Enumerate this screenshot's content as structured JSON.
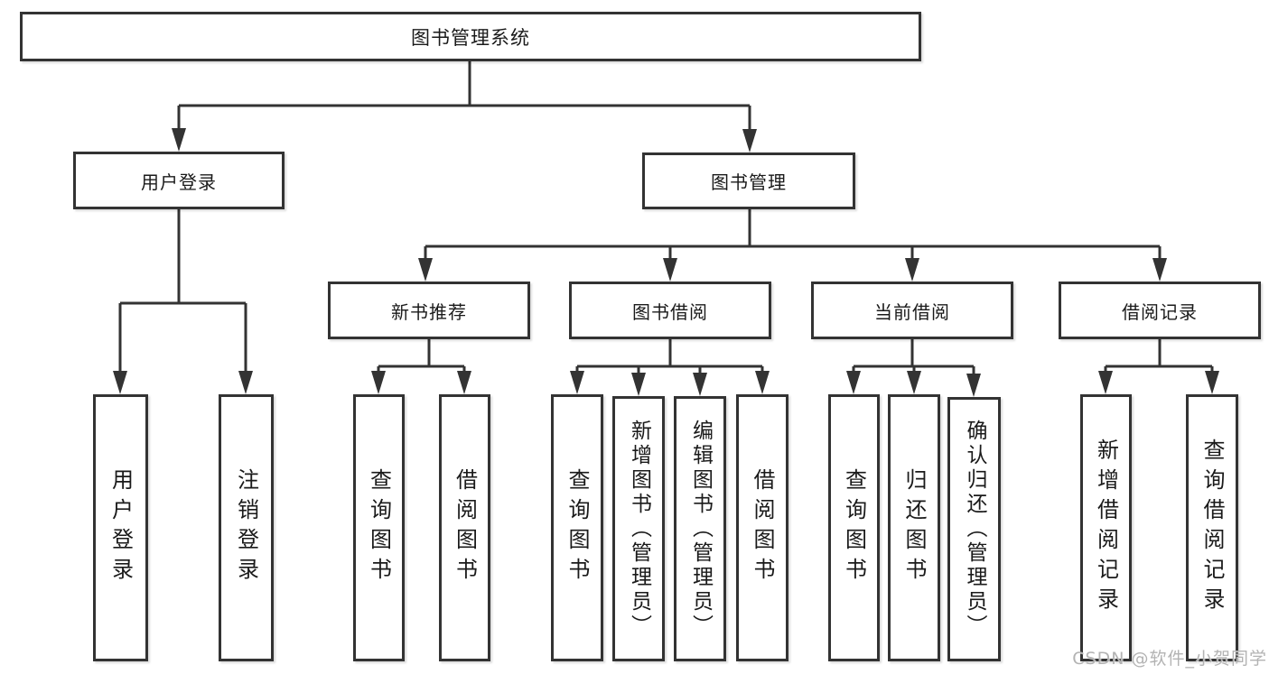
{
  "diagram": {
    "colors": {
      "line": "#333333",
      "box_border": "#333333",
      "text": "#1a1a1a",
      "watermark": "#b3b3b3",
      "background": "#ffffff"
    },
    "watermark": "CSDN @软件_小贺同学",
    "tree": {
      "label": "图书管理系统",
      "children": [
        {
          "label": "用户登录",
          "children": [
            {
              "label": "用户登录"
            },
            {
              "label": "注销登录"
            }
          ]
        },
        {
          "label": "图书管理",
          "children": [
            {
              "label": "新书推荐",
              "children": [
                {
                  "label": "查询图书"
                },
                {
                  "label": "借阅图书"
                }
              ]
            },
            {
              "label": "图书借阅",
              "children": [
                {
                  "label": "查询图书"
                },
                {
                  "label": "新增图书（管理员）"
                },
                {
                  "label": "编辑图书（管理员）"
                },
                {
                  "label": "借阅图书"
                }
              ]
            },
            {
              "label": "当前借阅",
              "children": [
                {
                  "label": "查询图书"
                },
                {
                  "label": "归还图书"
                },
                {
                  "label": "确认归还（管理员）"
                }
              ]
            },
            {
              "label": "借阅记录",
              "children": [
                {
                  "label": "新增借阅记录"
                },
                {
                  "label": "查询借阅记录"
                }
              ]
            }
          ]
        }
      ]
    }
  }
}
